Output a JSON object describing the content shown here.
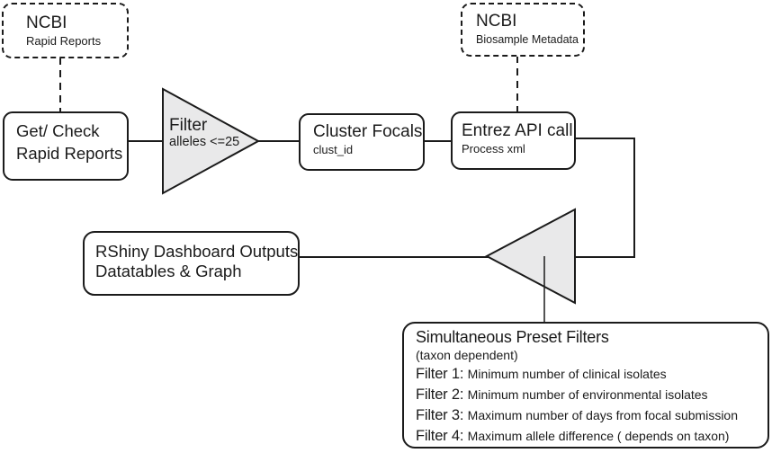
{
  "diagram": {
    "ncbi_rapid": {
      "title": "NCBI",
      "subtitle": "Rapid Reports"
    },
    "get_check": {
      "line1": "Get/ Check",
      "line2": "Rapid Reports"
    },
    "filter_triangle": {
      "title": "Filter",
      "subtitle": "alleles <=25"
    },
    "cluster_focals": {
      "title": "Cluster Focals",
      "subtitle": "clust_id"
    },
    "ncbi_biosample": {
      "title": "NCBI",
      "subtitle": "Biosample Metadata"
    },
    "entrez": {
      "title": "Entrez API call",
      "subtitle": "Process xml"
    },
    "rshiny": {
      "line1": "RShiny Dashboard Outputs",
      "line2": "Datatables & Graph"
    },
    "preset_filters": {
      "title": "Simultaneous Preset Filters",
      "subtitle": "(taxon dependent)",
      "filters": [
        {
          "label": "Filter 1:",
          "desc": "Minimum number of clinical isolates"
        },
        {
          "label": "Filter 2:",
          "desc": "Minimum number of environmental isolates"
        },
        {
          "label": "Filter 3:",
          "desc": "Maximum number of days from focal submission"
        },
        {
          "label": "Filter 4:",
          "desc": "Maximum allele difference ( depends on taxon)"
        }
      ]
    },
    "colors": {
      "stroke": "#1b1b1b",
      "triangle_fill": "#e9e9ea",
      "background": "#ffffff"
    }
  }
}
